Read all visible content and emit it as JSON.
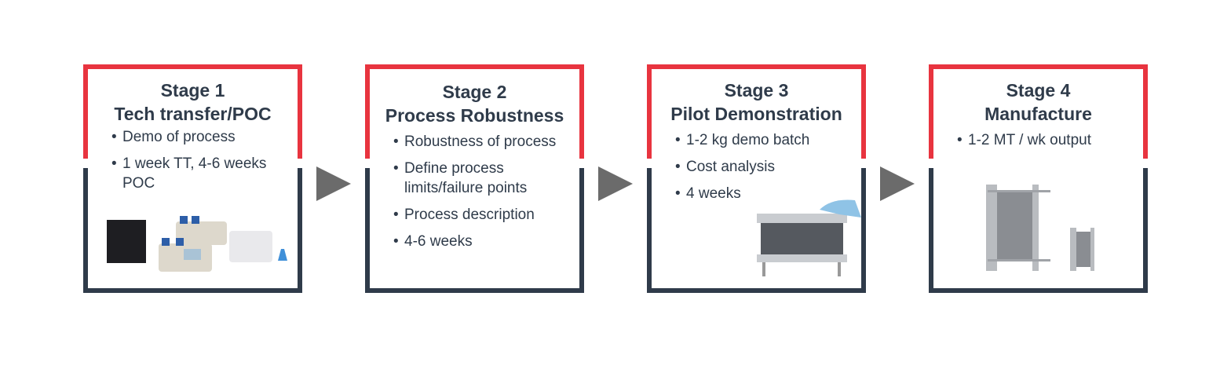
{
  "stages": [
    {
      "title": "Stage 1",
      "subtitle": "Tech transfer/POC",
      "bullets": [
        "Demo of process",
        "1 week TT, 4-6 weeks POC"
      ],
      "image": "syringe-pump-lab-equipment"
    },
    {
      "title": "Stage 2",
      "subtitle": "Process Robustness",
      "bullets": [
        "Robustness of process",
        "Define process limits/failure points",
        "Process description",
        "4-6 weeks"
      ]
    },
    {
      "title": "Stage 3",
      "subtitle": "Pilot Demonstration",
      "bullets": [
        "1-2 kg demo batch",
        "Cost analysis",
        "4 weeks"
      ],
      "image": "pilot-plate-reactor"
    },
    {
      "title": "Stage 4",
      "subtitle": "Manufacture",
      "bullets": [
        "1-2 MT / wk output"
      ],
      "image": "plate-heat-exchanger-reactors"
    }
  ],
  "colors": {
    "top_border": "#e8343f",
    "bottom_border": "#2f3b4a",
    "arrow": "#6b6b6b",
    "text": "#2f3b4a"
  }
}
